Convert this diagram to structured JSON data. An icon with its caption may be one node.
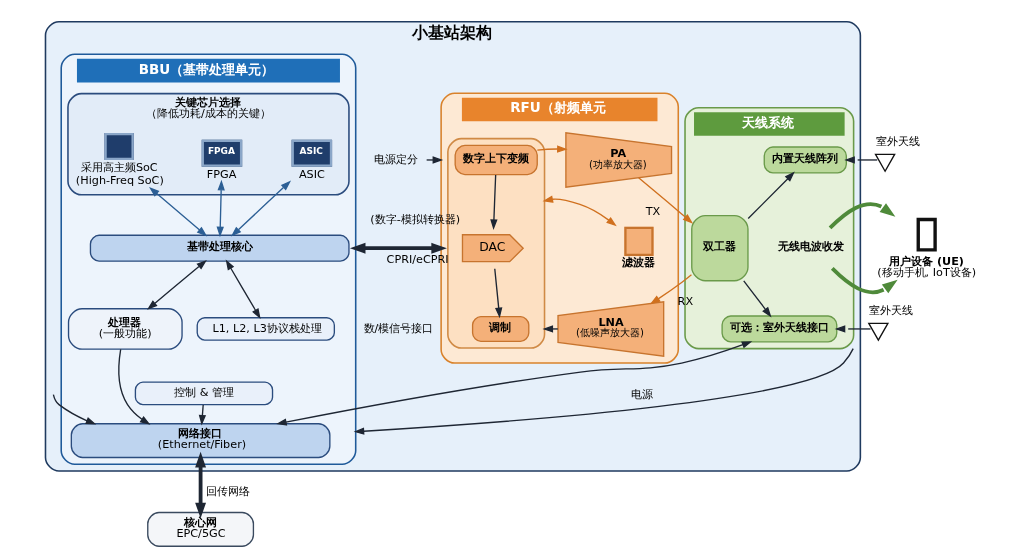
{
  "diagram": {
    "nodes": [
      {
        "text": [
          "小基站架构"
        ]
      },
      {
        "text": [
          "BBU（基带处理单元）"
        ],
        "in": 0
      },
      {
        "text": [
          "关键芯片选择",
          "（降低功耗/成本的关键）"
        ],
        "in": 1
      },
      {
        "text": [
          "采用高主频SoC",
          "(High-Freq SoC)"
        ],
        "in": 2
      },
      {
        "text": [
          "FPGA",
          "FPGA"
        ],
        "in": 2
      },
      {
        "text": [
          "ASIC",
          "ASIC"
        ],
        "in": 2
      },
      {
        "text": [
          "基带处理核心"
        ],
        "in": 1
      },
      {
        "text": [
          "处理器",
          "(一般功能)"
        ],
        "in": 1
      },
      {
        "text": [
          "L1, L2, L3协议栈处理"
        ],
        "in": 1
      },
      {
        "text": [
          "控制 & 管理"
        ],
        "in": 1
      },
      {
        "text": [
          "网络接口",
          "(Ethernet/Fiber)"
        ],
        "in": 1
      },
      {
        "text": [
          "RFU（射频单元"
        ],
        "in": 0
      },
      {
        "text": [],
        "shape": "box",
        "in": 11
      },
      {
        "text": [
          "数字上下变频"
        ],
        "in": 12
      },
      {
        "text": [
          "DAC"
        ],
        "beside": [
          "(数字-模拟转换器)"
        ],
        "in": 12
      },
      {
        "text": [
          "调制"
        ],
        "in": 12
      },
      {
        "text": [
          "PA",
          "(功率放大器)"
        ],
        "in": 11
      },
      {
        "text": [
          "滤波器"
        ],
        "in": 11
      },
      {
        "text": [
          "LNA",
          "(低噪声放大器)"
        ],
        "in": 11
      },
      {
        "text": [
          "天线系统"
        ],
        "in": 0
      },
      {
        "text": [
          "双工器"
        ],
        "in": 19
      },
      {
        "text": [
          "内置天线阵列"
        ],
        "in": 19
      },
      {
        "text": [
          "可选：室外天线接口"
        ],
        "in": 19
      },
      {
        "text": [
          "无线电波收发"
        ],
        "in": 19
      },
      {
        "text": [
          "用户设备 (UE)",
          "(移动手机, IoT设备)"
        ]
      },
      {
        "text": [
          "室外天线"
        ]
      },
      {
        "text": [
          "室外天线"
        ]
      },
      {
        "text": [
          "核心网",
          "EPC/5GC"
        ]
      },
      {
        "text": [
          "电源定分"
        ],
        "in": 0
      }
    ],
    "edges": [
      {
        "from": 3,
        "to": 6,
        "arrow": "both",
        "color": "#2c5f95"
      },
      {
        "from": 4,
        "to": 6,
        "arrow": "both",
        "color": "#2c5f95"
      },
      {
        "from": 5,
        "to": 6,
        "arrow": "both",
        "color": "#2c5f95"
      },
      {
        "from": 6,
        "to": 7,
        "arrow": "both"
      },
      {
        "from": 6,
        "to": 8,
        "arrow": "both"
      },
      {
        "from": 7,
        "to": 10,
        "arrow": "to"
      },
      {
        "from": 9,
        "to": 10,
        "arrow": "to"
      },
      {
        "from": 10,
        "to": 27,
        "arrow": "both",
        "style": "thick",
        "label": "回传网络"
      },
      {
        "from": 1,
        "to": 11,
        "arrow": "both",
        "style": "thick",
        "label": "CPRI/eCPRI"
      },
      {
        "from": 28,
        "to": 11,
        "arrow": "to"
      },
      {
        "from": 19,
        "to": 1,
        "arrow": "to",
        "label": "电源"
      },
      {
        "from": 22,
        "to": 10,
        "arrow": "both"
      },
      {
        "from": null,
        "to": 10,
        "arrow": "to"
      },
      {
        "from": 13,
        "to": 14,
        "arrow": "to"
      },
      {
        "from": 14,
        "to": 15,
        "arrow": "to"
      },
      {
        "from": 13,
        "to": 16,
        "arrow": "to",
        "color": "#d0701e"
      },
      {
        "from": 16,
        "to": 20,
        "arrow": "to",
        "color": "#d0701e",
        "label": "TX"
      },
      {
        "from": 20,
        "to": 18,
        "arrow": "to",
        "color": "#d0701e",
        "label": "RX"
      },
      {
        "from": 17,
        "to": 12,
        "arrow": "both",
        "color": "#d0701e"
      },
      {
        "from": 18,
        "to": 12,
        "arrow": "to"
      },
      {
        "from": 20,
        "to": 21,
        "arrow": "to"
      },
      {
        "from": 20,
        "to": 22,
        "arrow": "to"
      },
      {
        "from": 25,
        "to": 21,
        "arrow": "to"
      },
      {
        "from": 26,
        "to": 22,
        "arrow": "to"
      },
      {
        "from": 23,
        "to": 24,
        "arrow": "to",
        "color": "#4f8a3a",
        "style": "thick"
      },
      {
        "from": 23,
        "to": 24,
        "arrow": "to",
        "color": "#4f8a3a",
        "style": "thick"
      }
    ],
    "labels": [
      "数/模信号接口"
    ]
  }
}
